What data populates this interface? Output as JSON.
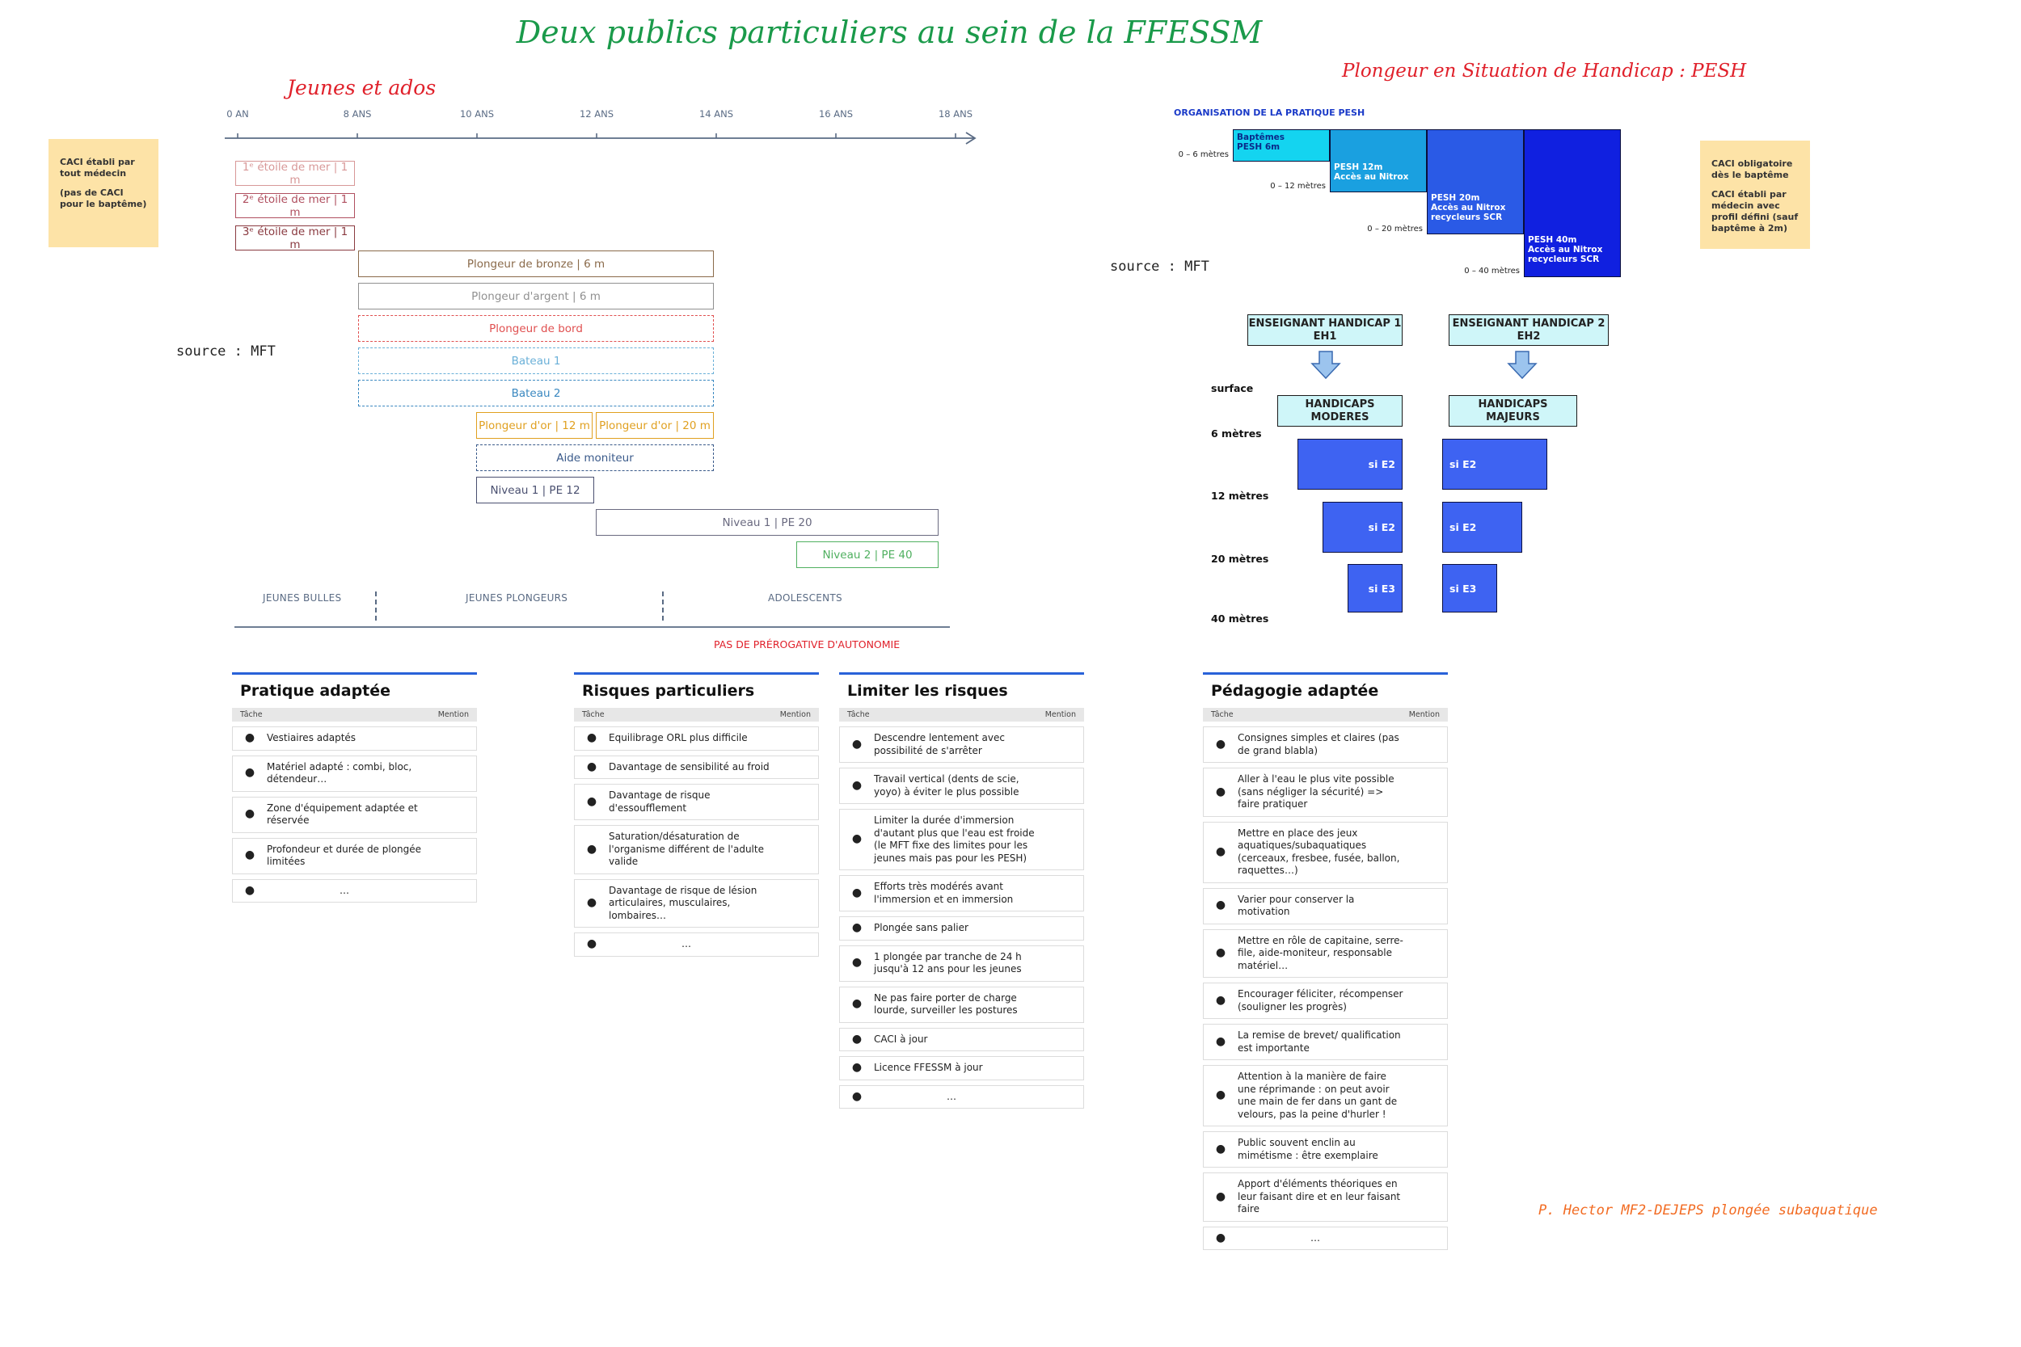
{
  "title": "Deux publics particuliers au sein de la FFESSM",
  "jeunes": {
    "title": "Jeunes et ados",
    "source": "source : MFT",
    "sticky": [
      "CACI établi par tout médecin",
      "(pas de CACI pour le baptême)"
    ],
    "ticks": [
      "0 AN",
      "8 ANS",
      "10 ANS",
      "12 ANS",
      "14 ANS",
      "16 ANS",
      "18 ANS"
    ],
    "bars": [
      {
        "label": "1ᵉ étoile de mer | 1 m",
        "color": "#d89898"
      },
      {
        "label": "2ᵉ étoile de mer | 1 m",
        "color": "#b05060"
      },
      {
        "label": "3ᵉ étoile de mer | 1 m",
        "color": "#8a3a40"
      },
      {
        "label": "Plongeur de bronze | 6 m",
        "color": "#8a6a4a"
      },
      {
        "label": "Plongeur d'argent | 6 m",
        "color": "#909090"
      },
      {
        "label": "Plongeur de bord",
        "color": "#e05050"
      },
      {
        "label": "Bateau 1",
        "color": "#6ab0d8"
      },
      {
        "label": "Bateau 2",
        "color": "#3a88c0"
      },
      {
        "label": "Plongeur d'or | 12 m",
        "color": "#e0a020"
      },
      {
        "label": "Plongeur d'or | 20 m",
        "color": "#e0a020"
      },
      {
        "label": "Aide moniteur",
        "color": "#3a5a8a"
      },
      {
        "label": "Niveau 1 | PE 12",
        "color": "#4a5070"
      },
      {
        "label": "Niveau 1 | PE 20",
        "color": "#6a6a80"
      },
      {
        "label": "Niveau 2 | PE 40",
        "color": "#50b060"
      }
    ],
    "phases": [
      "JEUNES BULLES",
      "JEUNES PLONGEURS",
      "ADOLESCENTS"
    ],
    "autonomie": "PAS DE PRÉROGATIVE D'AUTONOMIE"
  },
  "pesh": {
    "title": "Plongeur en Situation de Handicap : PESH",
    "org_title": "ORGANISATION DE LA PRATIQUE PESH",
    "source": "source : MFT",
    "sticky": [
      "CACI obligatoire dès le baptême",
      "CACI établi par médecin avec profil défini (sauf baptême à 2m)"
    ],
    "steps": [
      {
        "label": "Baptêmes\nPESH 6m",
        "depth": "0 – 6 mètres",
        "color": "#14d4f0",
        "text": "#0a2a8a"
      },
      {
        "label": "PESH 12m\nAccès au Nitrox",
        "depth": "0 – 12 mètres",
        "color": "#1aa0e0",
        "text": "#ffffff"
      },
      {
        "label": "PESH 20m\nAccès au Nitrox\nrecycleurs SCR",
        "depth": "0 – 20 mètres",
        "color": "#2a5ae6",
        "text": "#ffffff"
      },
      {
        "label": "PESH 40m\nAccès au Nitrox\nrecycleurs SCR",
        "depth": "0 – 40 mètres",
        "color": "#1020e0",
        "text": "#ffffff"
      }
    ],
    "eh1": "ENSEIGNANT HANDICAP 1\nEH1",
    "eh2": "ENSEIGNANT HANDICAP 2\nEH2",
    "moderes": "HANDICAPS\nMODERES",
    "majeurs": "HANDICAPS\nMAJEURS",
    "levels": [
      "surface",
      "6 mètres",
      "12 mètres",
      "20 mètres",
      "40 mètres"
    ],
    "si_left": [
      "si E2",
      "si E2",
      "si E3"
    ],
    "si_right": [
      "si E2",
      "si E2",
      "si E3"
    ]
  },
  "cards": {
    "col_task": "Tâche",
    "col_mention": "Mention",
    "pratique": {
      "title": "Pratique adaptée",
      "items": [
        "Vestiaires adaptés",
        "Matériel adapté : combi, bloc, détendeur…",
        "Zone d'équipement adaptée et réservée",
        "Profondeur et durée de plongée limitées",
        "…"
      ]
    },
    "risques": {
      "title": "Risques particuliers",
      "items": [
        "Equilibrage ORL plus difficile",
        "Davantage de sensibilité au froid",
        "Davantage de risque d'essoufflement",
        "Saturation/désaturation de l'organisme différent de l'adulte valide",
        "Davantage de risque de lésion articulaires, musculaires, lombaires…",
        "…"
      ]
    },
    "limiter": {
      "title": "Limiter les risques",
      "items": [
        "Descendre lentement avec possibilité de s'arrêter",
        "Travail vertical (dents de scie, yoyo) à éviter le plus possible",
        "Limiter la durée d'immersion d'autant plus que l'eau est froide (le MFT fixe des limites pour les jeunes mais pas pour les PESH)",
        "Efforts très modérés avant l'immersion et en immersion",
        "Plongée sans palier",
        "1 plongée par tranche de 24 h jusqu'à 12 ans pour les jeunes",
        "Ne pas faire porter de charge lourde, surveiller les postures",
        "CACI à jour",
        "Licence FFESSM à jour",
        "…"
      ]
    },
    "pedagogie": {
      "title": "Pédagogie adaptée",
      "items": [
        "Consignes simples et claires (pas de grand blabla)",
        "Aller à l'eau le plus vite possible (sans négliger la sécurité) => faire pratiquer",
        "Mettre en place des jeux aquatiques/subaquatiques (cerceaux, fresbee, fusée, ballon, raquettes…)",
        "Varier pour conserver la motivation",
        "Mettre en rôle de capitaine, serre-file, aide-moniteur, responsable matériel…",
        "Encourager féliciter, récompenser (souligner les progrès)",
        "La remise de brevet/ qualification est importante",
        "Attention à la manière de faire une réprimande : on peut avoir une main de fer dans un gant de velours, pas la peine d'hurler !",
        "Public souvent enclin au mimétisme : être exemplaire",
        "Apport d'éléments théoriques en leur faisant dire et en leur faisant faire",
        "…"
      ]
    }
  },
  "signature": "P. Hector MF2-DEJEPS plongée subaquatique"
}
